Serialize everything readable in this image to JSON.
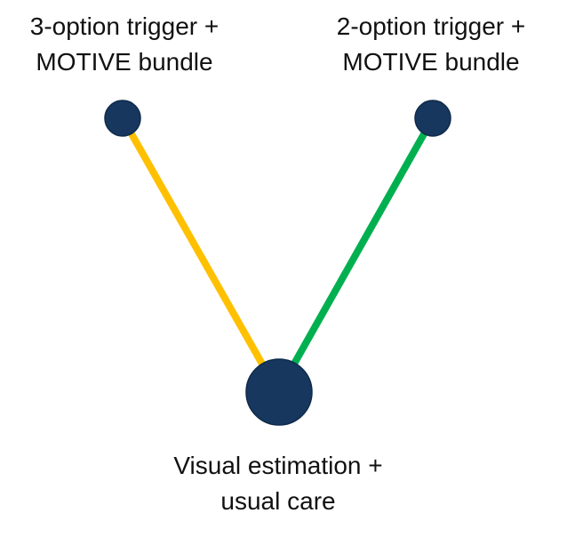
{
  "nodes": [
    {
      "id": "left",
      "label_lines": [
        "3-option trigger +",
        "MOTIVE bundle"
      ]
    },
    {
      "id": "right",
      "label_lines": [
        "2-option trigger +",
        "MOTIVE bundle"
      ]
    },
    {
      "id": "bottom",
      "label_lines": [
        "Visual estimation +",
        "usual care"
      ]
    }
  ],
  "edges": [
    {
      "from": "left",
      "to": "bottom",
      "color": "#FFC000"
    },
    {
      "from": "right",
      "to": "bottom",
      "color": "#00B050"
    }
  ],
  "colors": {
    "node_fill": "#17375E",
    "node_stroke": "#0E2A4A",
    "background": "#FFFFFF"
  }
}
